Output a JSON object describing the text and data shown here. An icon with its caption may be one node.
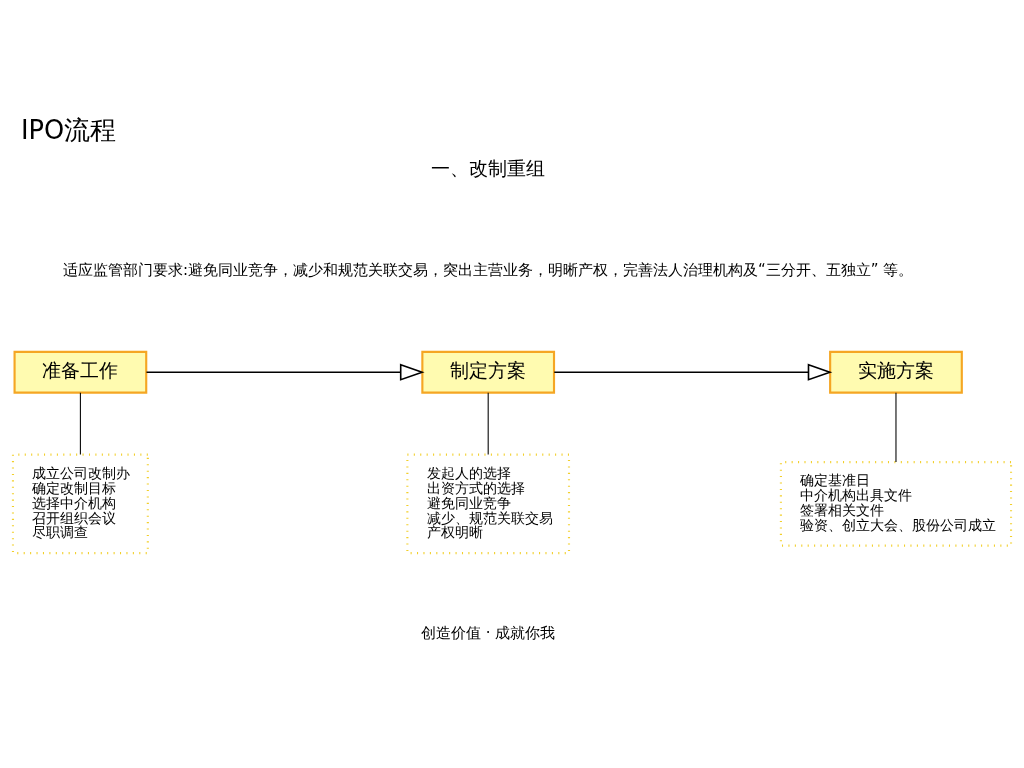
{
  "diagram": {
    "title": "IPO流程",
    "nodes": [
      {
        "text": [
          "准备工作"
        ]
      },
      {
        "text": [
          "制定方案"
        ]
      },
      {
        "text": [
          "实施方案"
        ]
      },
      {
        "text": [
          "成立公司改制办",
          "确定改制目标",
          "选择中介机构",
          "召开组织会议",
          "尽职调查"
        ]
      },
      {
        "text": [
          "发起人的选择",
          "出资方式的选择",
          "避免同业竞争",
          "减少、规范关联交易",
          "产权明晰"
        ]
      },
      {
        "text": [
          "确定基准日",
          "中介机构出具文件",
          "签署相关文件",
          "验资、创立大会、股份公司成立"
        ]
      }
    ],
    "edges": [
      {
        "from": 0,
        "to": 1,
        "arrow": "to"
      },
      {
        "from": 1,
        "to": 2,
        "arrow": "to"
      },
      {
        "from": 0,
        "to": 3,
        "arrow": "none"
      },
      {
        "from": 1,
        "to": 4,
        "arrow": "none"
      },
      {
        "from": 2,
        "to": 5,
        "arrow": "none"
      }
    ],
    "labels": [
      "一、改制重组",
      "适应监管部门要求:避免同业竞争，减少和规范关联交易，突出主营业务，明晰产权，完善法人治理机构及“三分开、五独立” 等。",
      "创造价值 · 成就你我"
    ]
  }
}
